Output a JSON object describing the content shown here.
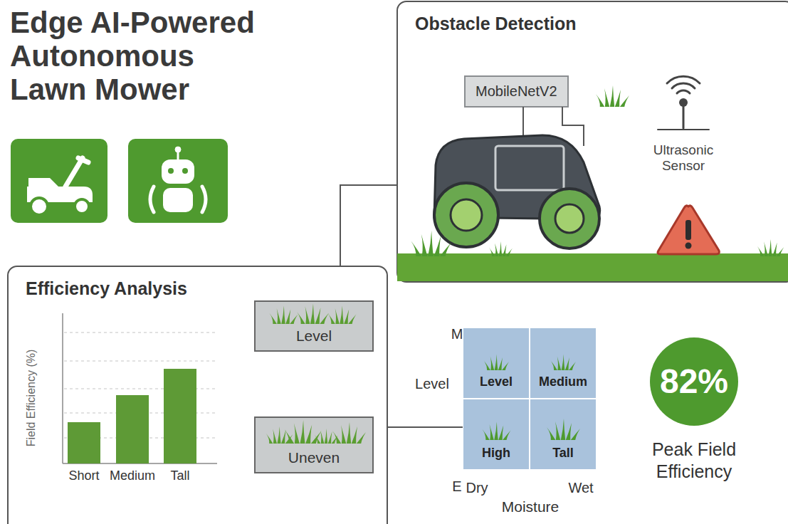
{
  "diagram": {
    "title": "Edge AI-Powered Autonomous Lawn Mower",
    "nodes": [
      {
        "text": [
          "Obstacle Detection"
        ]
      },
      {
        "text": [
          "MobileNetV2"
        ],
        "in": 0
      },
      {
        "text": [
          "Efficiency Analysis"
        ]
      },
      {
        "text": [
          "Level"
        ],
        "in": 2
      },
      {
        "text": [
          "Uneven"
        ],
        "in": 2
      },
      {
        "text": [
          "Level"
        ]
      },
      {
        "text": [
          "Medium"
        ]
      },
      {
        "text": [
          "High"
        ]
      },
      {
        "text": [
          "Tall"
        ]
      },
      {
        "text": [
          "82%",
          "Peak Field Efficiency"
        ]
      }
    ],
    "edges": [
      {
        "from": 2,
        "to": 0,
        "arrow": "none"
      },
      {
        "from": 2,
        "to": 7,
        "arrow": "none"
      }
    ],
    "labels": [
      "Ultrasonic Sensor",
      "Field Efficiency (%)",
      "Short",
      "Medium",
      "Tall",
      "M",
      "Level",
      "E",
      "Dry",
      "Wet",
      "Moisture"
    ]
  }
}
